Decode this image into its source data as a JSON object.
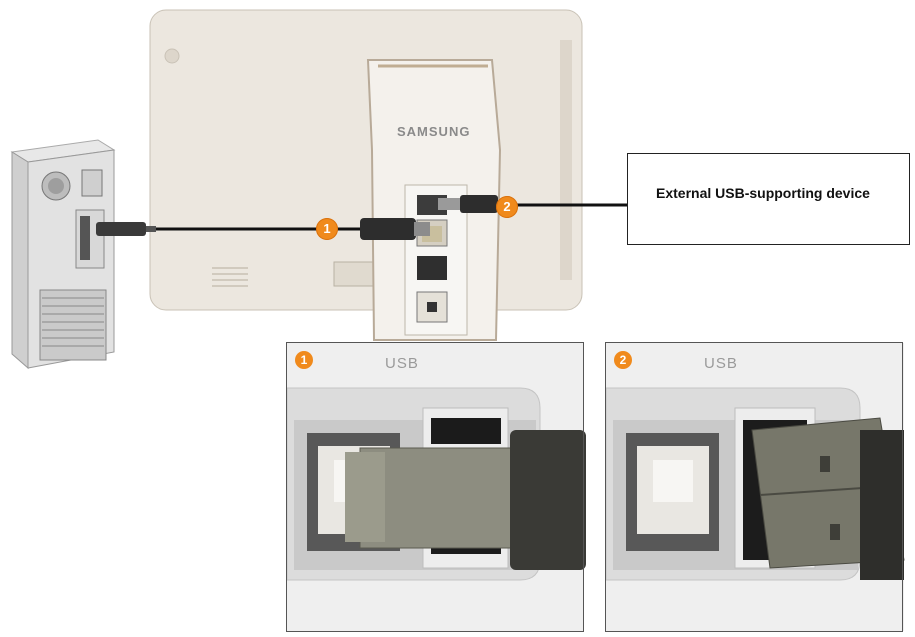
{
  "monitor": {
    "brand": "SAMSUNG"
  },
  "callouts": [
    "1",
    "2"
  ],
  "device_label": "External USB-supporting device",
  "panels": [
    {
      "badge": "1",
      "title": "USB"
    },
    {
      "badge": "2",
      "title": "USB"
    }
  ]
}
